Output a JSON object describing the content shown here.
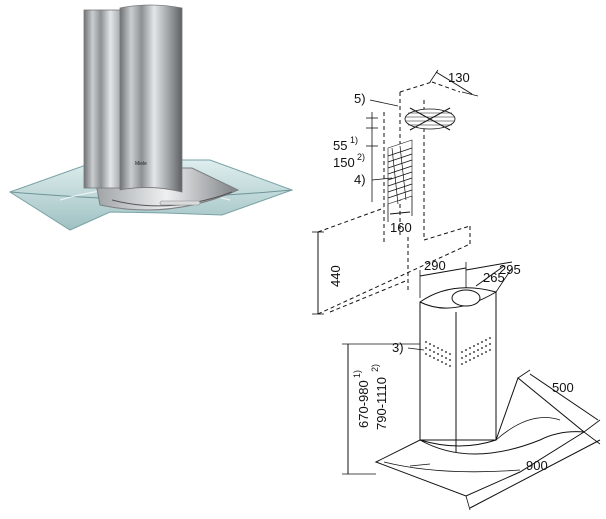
{
  "photo": {
    "brand_label": "Miele"
  },
  "drawing": {
    "dim_130": "130",
    "note_5": "5)",
    "dim_55": "55",
    "sup_55": "1)",
    "dim_150": "150",
    "sup_150": "2)",
    "note_4": "4)",
    "dim_160": "160",
    "dim_440": "440",
    "dim_290": "290",
    "dim_295": "295",
    "dim_265": "265",
    "note_3": "3)",
    "dim_670_980": "670-980",
    "sup_670_980": "1)",
    "dim_790_1110": "790-1110",
    "sup_790_1110": "2)",
    "dim_500": "500",
    "dim_900": "900"
  }
}
